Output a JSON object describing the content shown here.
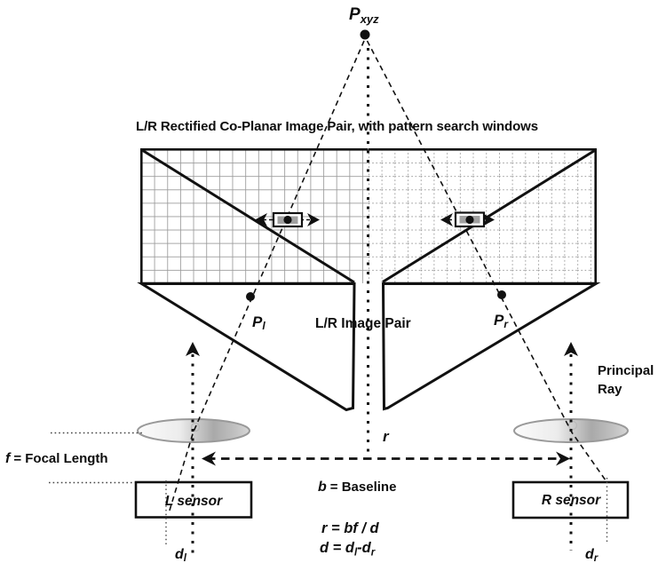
{
  "title": "L/R Rectified Co-Planar Image Pair, with pattern search windows",
  "points": {
    "p_xyz": {
      "main": "P",
      "sub": "xyz"
    },
    "p_left": {
      "main": "P",
      "sub": "l"
    },
    "p_right": {
      "main": "P",
      "sub": "r"
    }
  },
  "labels": {
    "image_pair": "L/R Image Pair",
    "principal_ray_line1": "Principal",
    "principal_ray_line2": "Ray",
    "focal_var": "f",
    "focal_rest": "= Focal Length",
    "left_sensor": "L sensor",
    "right_sensor": "R sensor",
    "baseline_var": "b",
    "baseline_rest": "= Baseline",
    "range_var": "r"
  },
  "formulas": {
    "range": "r = bf / d",
    "disparity_p1": "d = d",
    "disparity_s1": "l",
    "disparity_p2": "-d",
    "disparity_s2": "r",
    "dl_main": "d",
    "dl_sub": "l",
    "dr_main": "d",
    "dr_sub": "r"
  },
  "colors": {
    "line": "#111111",
    "grid_solid": "#9a9a9a",
    "grid_dotted": "#8a8a8a",
    "lens_stroke": "#999999",
    "window_fill": "#a0a0a0",
    "background": "#ffffff"
  }
}
